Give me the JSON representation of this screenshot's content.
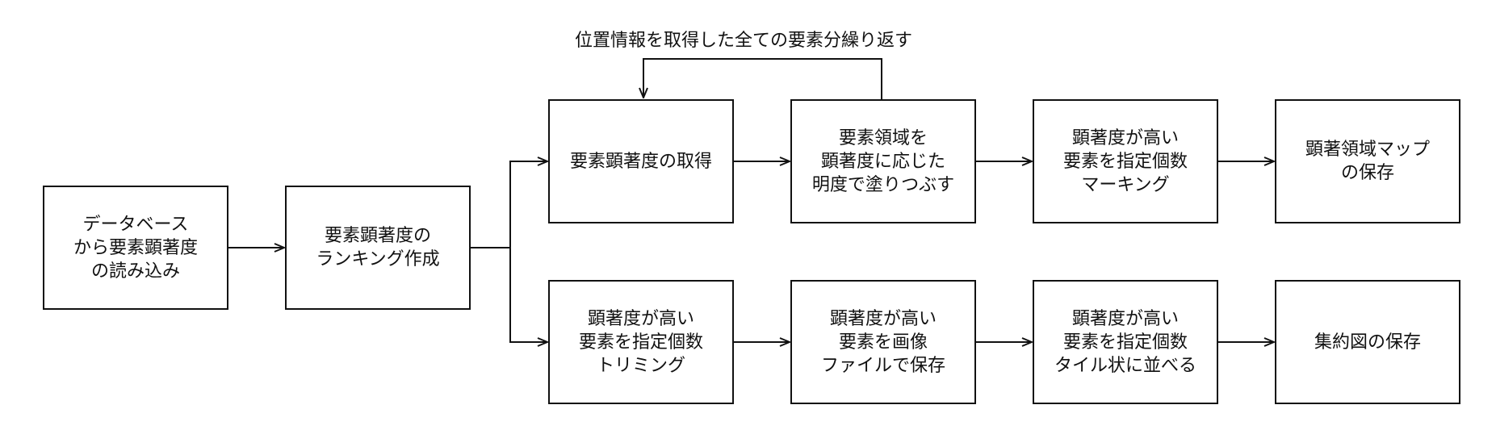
{
  "loop_label": "位置情報を取得した全ての要素分繰り返す",
  "nodes": {
    "db_load": "データベース\nから要素顕著度\nの読み込み",
    "ranking": "要素顕著度の\nランキング作成",
    "get_saliency": "要素顕著度の取得",
    "paint": "要素領域を\n顕著度に応じた\n明度で塗りつぶす",
    "marking": "顕著度が高い\n要素を指定個数\nマーキング",
    "save_map": "顕著領域マップ\nの保存",
    "trimming": "顕著度が高い\n要素を指定個数\nトリミング",
    "save_images": "顕著度が高い\n要素を画像\nファイルで保存",
    "tile": "顕著度が高い\n要素を指定個数\nタイル状に並べる",
    "save_summary": "集約図の保存"
  }
}
